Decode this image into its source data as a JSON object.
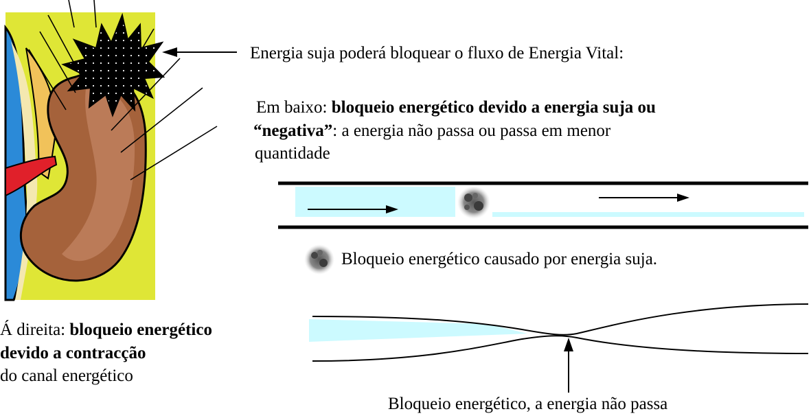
{
  "top_label": "Energia suja poderá bloquear o fluxo de Energia Vital:",
  "below_section": {
    "intro": "Em baixo: ",
    "bold": "bloqueio energético devido a energia suja ou “negativa”",
    "rest": ": a energia não passa ou passa em menor quantidade",
    "line1_plain": "Em baixo: ",
    "line1_bold": "bloqueio energético devido a energia suja ou",
    "line2_bold": "“negativa”",
    "line2_plain": ": a energia não passa ou passa em menor",
    "line3_plain": "quantidade"
  },
  "legend": {
    "icon": "dirt-blot-icon",
    "text": "Bloqueio energético causado por energia suja."
  },
  "right_section": {
    "line1_plain": "Á direita: ",
    "line1_bold": "bloqueio energético",
    "line2_bold": "devido a contracção",
    "line3_plain": "do canal energético"
  },
  "bottom_label": "Bloqueio energético, a energia não passa",
  "colors": {
    "energy_fill": "#ccfaff",
    "panel_bg": "#dfe636",
    "kidney": "#a5623b",
    "blot": "#000000"
  }
}
